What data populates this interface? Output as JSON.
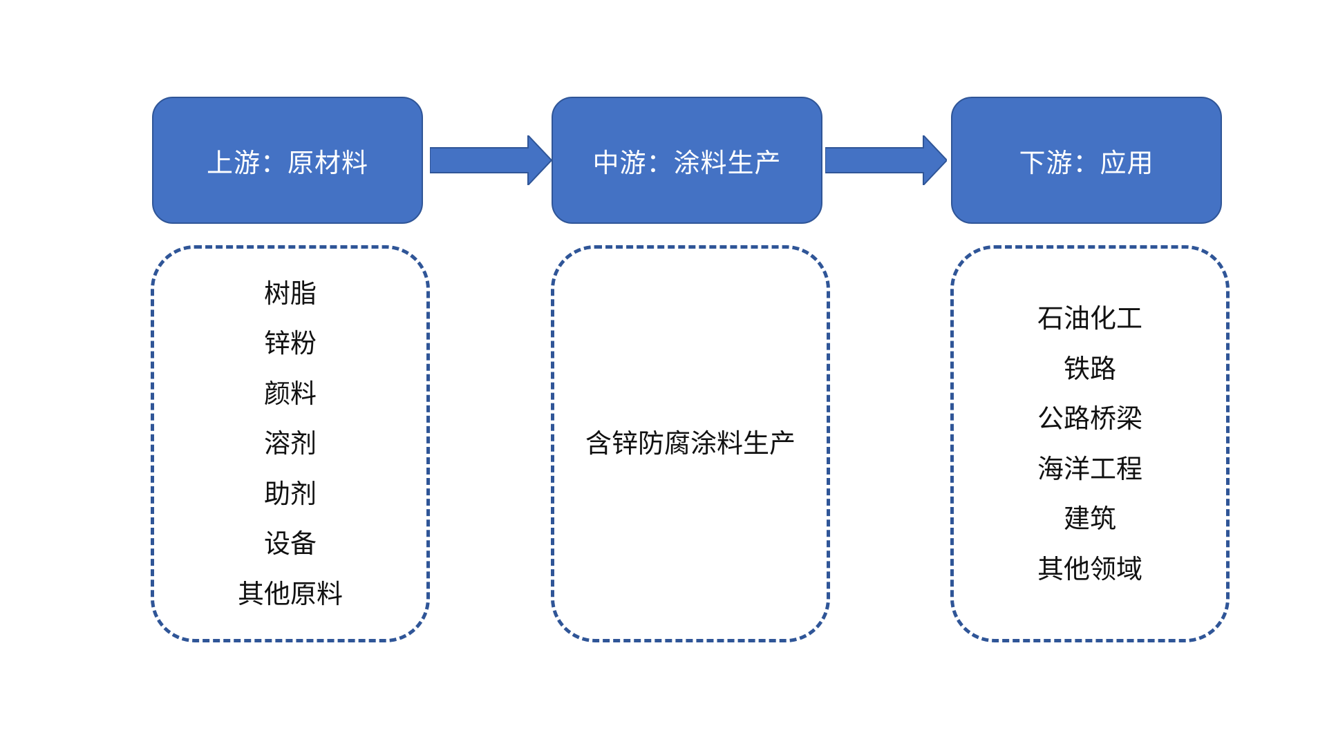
{
  "stages": [
    {
      "title": "上游：原材料",
      "items": [
        "树脂",
        "锌粉",
        "颜料",
        "溶剂",
        "助剂",
        "设备",
        "其他原料"
      ]
    },
    {
      "title": "中游：涂料生产",
      "items": [
        "含锌防腐涂料生产"
      ]
    },
    {
      "title": "下游：应用",
      "items": [
        "石油化工",
        "铁路",
        "公路桥梁",
        "海洋工程",
        "建筑",
        "其他领域"
      ]
    }
  ],
  "colors": {
    "box_fill": "#4472c4",
    "box_border": "#2f5597",
    "dashed_border": "#2f5597",
    "arrow_fill": "#4472c4",
    "text_dark": "#111111",
    "text_light": "#ffffff"
  },
  "icons": [
    "right-arrow-icon",
    "right-arrow-icon"
  ]
}
